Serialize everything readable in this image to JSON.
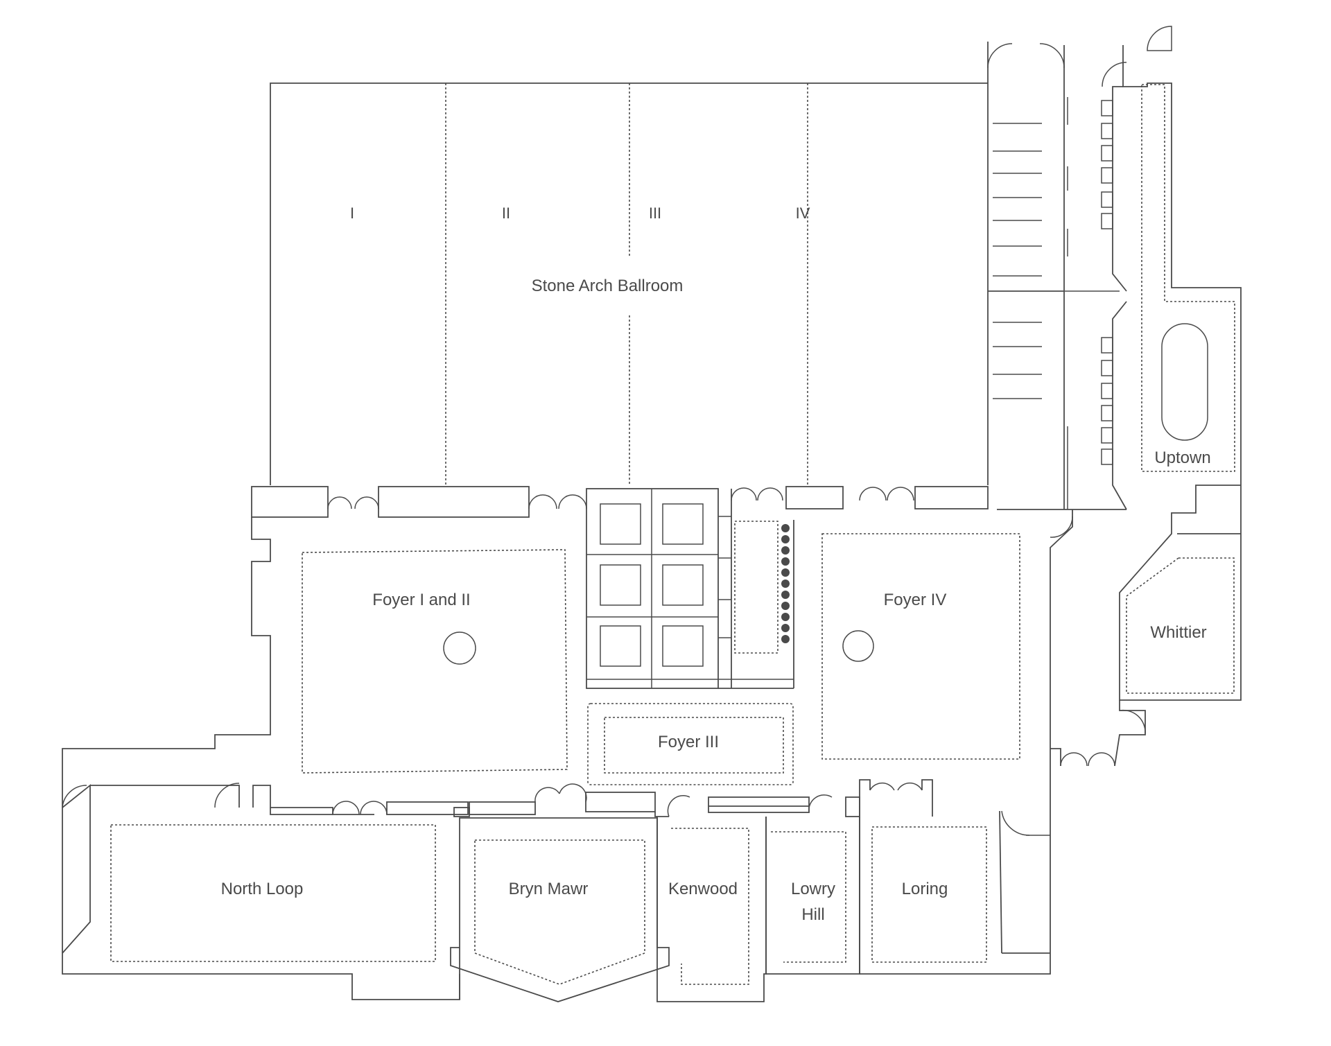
{
  "rooms": {
    "ballroom": "Stone Arch Ballroom",
    "sections": [
      "I",
      "II",
      "III",
      "IV"
    ],
    "foyer_1_2": "Foyer I and II",
    "foyer_3": "Foyer III",
    "foyer_4": "Foyer IV",
    "uptown": "Uptown",
    "whittier": "Whittier",
    "north_loop": "North Loop",
    "bryn_mawr": "Bryn Mawr",
    "kenwood": "Kenwood",
    "lowry_hill_line1": "Lowry",
    "lowry_hill_line2": "Hill",
    "loring": "Loring"
  },
  "colors": {
    "line": "#4a4a4a",
    "background": "#ffffff"
  }
}
